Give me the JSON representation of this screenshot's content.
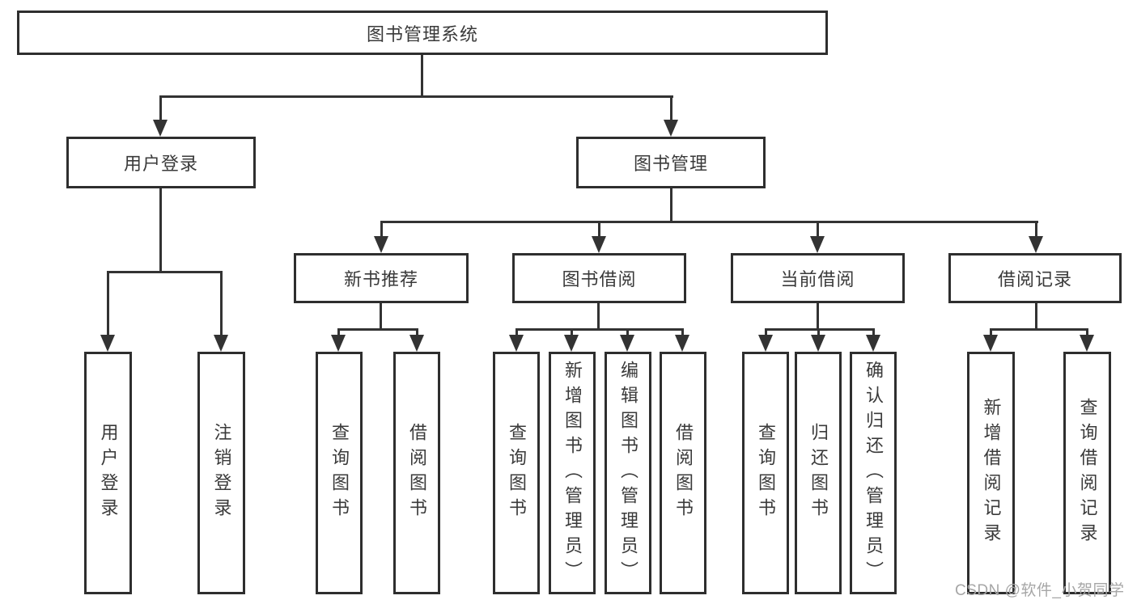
{
  "tree": {
    "root": {
      "label": "图书管理系统"
    },
    "branches": [
      {
        "label": "用户登录",
        "children": [
          {
            "label": "用户登录"
          },
          {
            "label": "注销登录"
          }
        ]
      },
      {
        "label": "图书管理",
        "groups": [
          {
            "label": "新书推荐",
            "children": [
              {
                "label": "查询图书"
              },
              {
                "label": "借阅图书"
              }
            ]
          },
          {
            "label": "图书借阅",
            "children": [
              {
                "label": "查询图书"
              },
              {
                "label": "新增图书（管理员）"
              },
              {
                "label": "编辑图书（管理员）"
              },
              {
                "label": "借阅图书"
              }
            ]
          },
          {
            "label": "当前借阅",
            "children": [
              {
                "label": "查询图书"
              },
              {
                "label": "归还图书"
              },
              {
                "label": "确认归还（管理员）"
              }
            ]
          },
          {
            "label": "借阅记录",
            "children": [
              {
                "label": "新增借阅记录"
              },
              {
                "label": "查询借阅记录"
              }
            ]
          }
        ]
      }
    ]
  },
  "watermark": {
    "text": "CSDN @软件_小贺同学"
  },
  "colors": {
    "line": "#333333",
    "box_border": "#2e2e2e",
    "text": "#3a3a3a",
    "watermark": "#a6a6a6",
    "background": "#ffffff"
  }
}
